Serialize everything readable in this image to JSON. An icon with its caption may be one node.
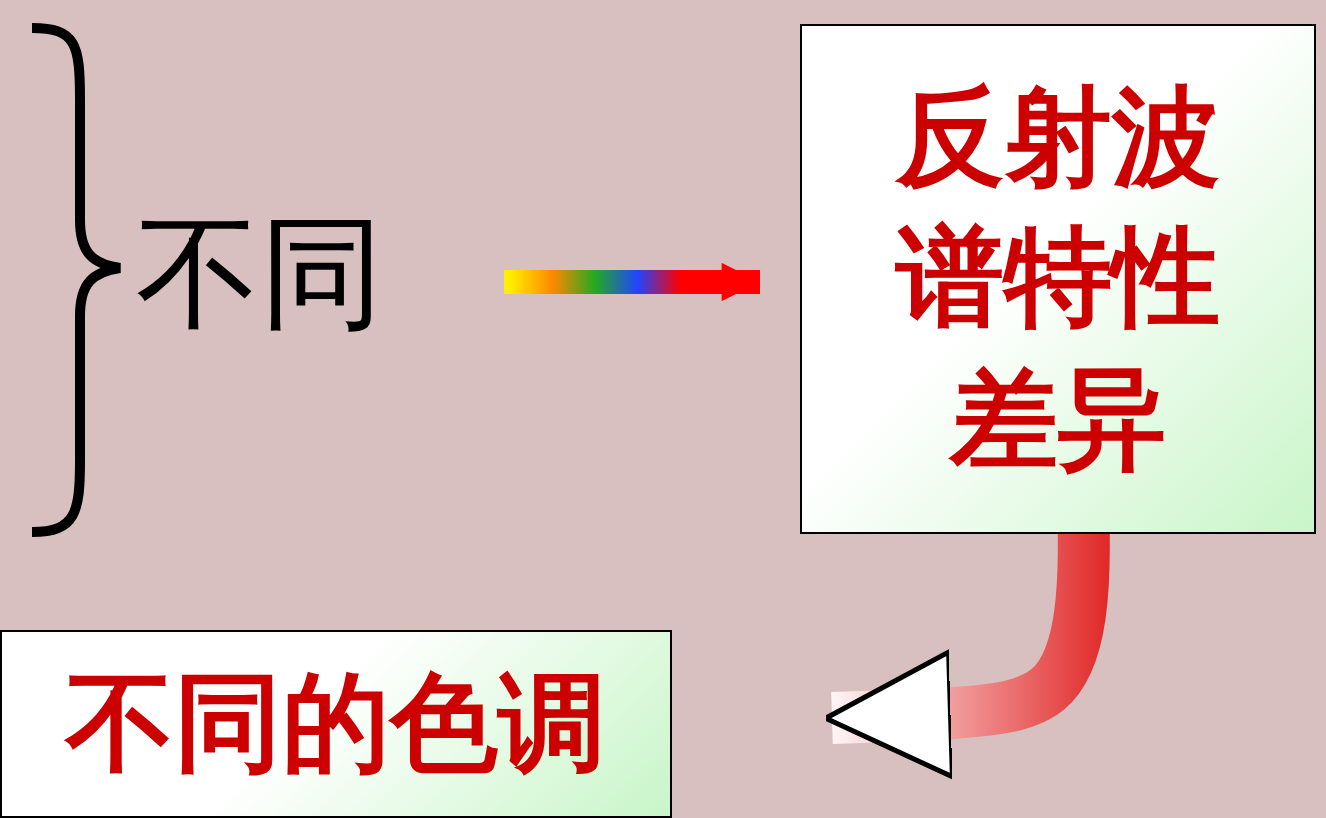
{
  "diagram": {
    "nodes": [
      {
        "text": [
          "不同"
        ]
      },
      {
        "text": [
          "反射波谱特性差异"
        ]
      },
      {
        "text": [
          "不同的色调"
        ]
      }
    ],
    "edges": [
      {
        "from": 0,
        "to": 1,
        "arrow": "to",
        "style": "thick"
      },
      {
        "from": 1,
        "to": 2,
        "arrow": "to",
        "style": "thick"
      }
    ]
  }
}
